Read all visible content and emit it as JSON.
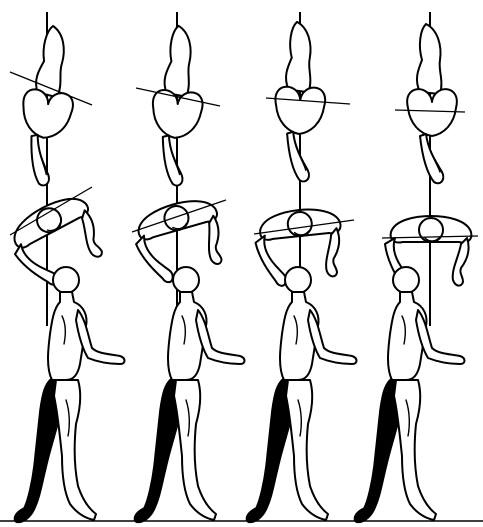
{
  "colors": {
    "ink": "#000000",
    "background": "#ffffff"
  },
  "top_views": {
    "count": 4,
    "pelvis_rotation_deg": [
      24,
      14,
      6,
      2
    ],
    "shoulder_rotation_deg": [
      -24,
      -14,
      -6,
      -2
    ]
  },
  "side_views": {
    "count": 4,
    "shaded_limb": "left-leg"
  }
}
